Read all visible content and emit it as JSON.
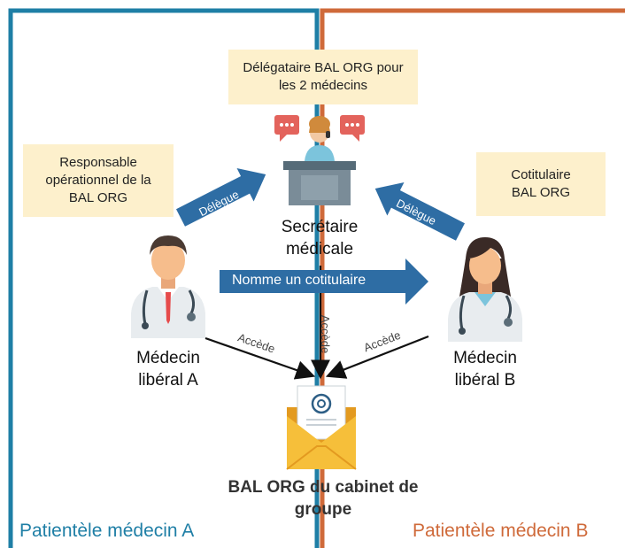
{
  "zones": {
    "left": {
      "caption": "Patientèle médecin A",
      "color": "#1f7fa6"
    },
    "right": {
      "caption": "Patientèle médecin B",
      "color": "#cf6a3a"
    }
  },
  "notes": {
    "delegate": [
      "Délégataire BAL ORG pour",
      "les 2 médecins"
    ],
    "manager": [
      "Responsable",
      "opérationnel de la",
      "BAL ORG"
    ],
    "coholder": [
      "Cotitulaire",
      "BAL ORG"
    ]
  },
  "actors": {
    "secretary": [
      "Secrétaire",
      "médicale"
    ],
    "doctor_a": [
      "Médecin",
      "libéral A"
    ],
    "doctor_b": [
      "Médecin",
      "libéral B"
    ],
    "mailbox": [
      "BAL ORG du cabinet de",
      "groupe"
    ]
  },
  "arrows": {
    "delegue_left": "Délègue",
    "delegue_right": "Délègue",
    "nomme": "Nomme un cotitulaire",
    "accede_a": "Accède",
    "accede_b": "Accède",
    "accede_secretary": "Accède"
  },
  "colors": {
    "note_bg": "#fdf0cc",
    "arrow_blue": "#2e6da4",
    "envelope": "#f6bf3a",
    "bubble": "#e3635c"
  }
}
